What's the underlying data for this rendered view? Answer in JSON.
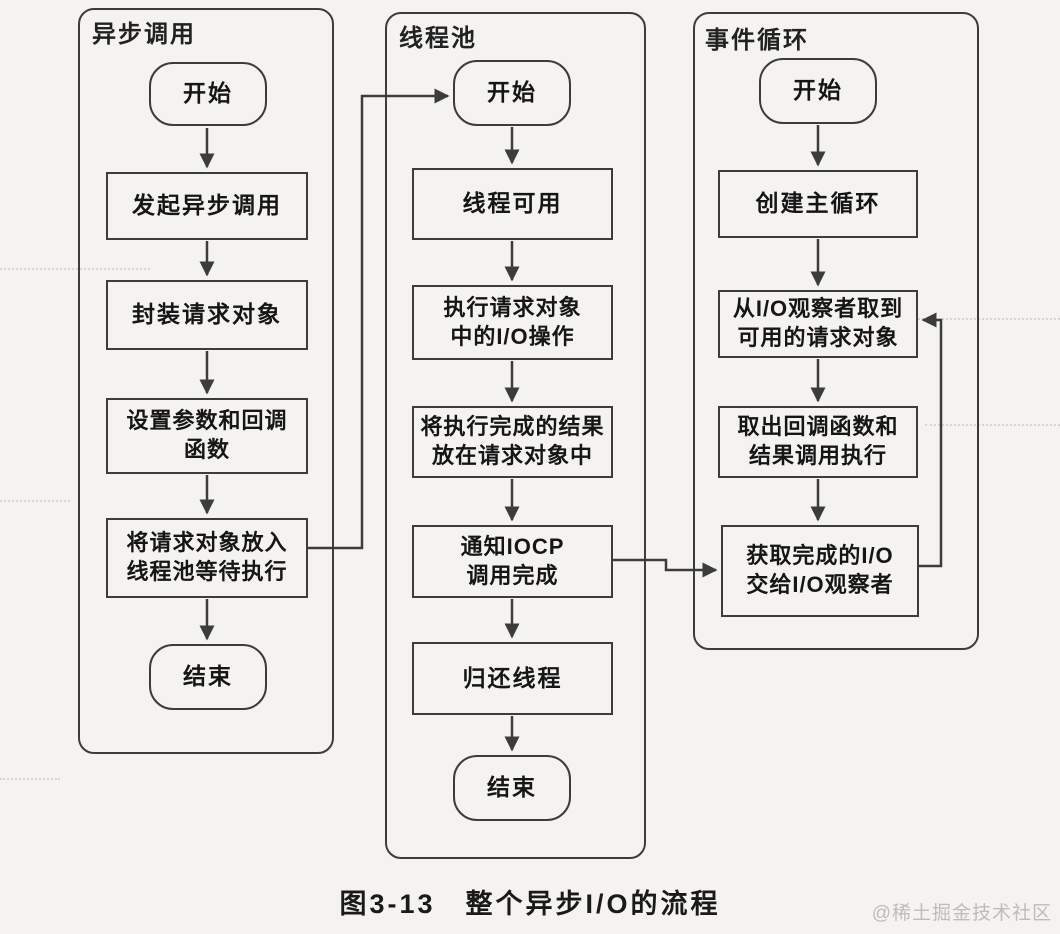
{
  "figure": {
    "caption": "图3-13　整个异步I/O的流程",
    "watermark": "@稀土掘金技术社区"
  },
  "columns": [
    {
      "header": "异步调用",
      "nodes": [
        {
          "type": "start",
          "label": "开始"
        },
        {
          "type": "process",
          "label": "发起异步调用"
        },
        {
          "type": "process",
          "label": "封装请求对象"
        },
        {
          "type": "process",
          "label": "设置参数和回调\n函数"
        },
        {
          "type": "process",
          "label": "将请求对象放入\n线程池等待执行"
        },
        {
          "type": "end",
          "label": "结束"
        }
      ]
    },
    {
      "header": "线程池",
      "nodes": [
        {
          "type": "start",
          "label": "开始"
        },
        {
          "type": "process",
          "label": "线程可用"
        },
        {
          "type": "process",
          "label": "执行请求对象\n中的I/O操作"
        },
        {
          "type": "process",
          "label": "将执行完成的结果\n放在请求对象中"
        },
        {
          "type": "process",
          "label": "通知IOCP\n调用完成"
        },
        {
          "type": "process",
          "label": "归还线程"
        },
        {
          "type": "end",
          "label": "结束"
        }
      ]
    },
    {
      "header": "事件循环",
      "nodes": [
        {
          "type": "start",
          "label": "开始"
        },
        {
          "type": "process",
          "label": "创建主循环"
        },
        {
          "type": "process",
          "label": "从I/O观察者取到\n可用的请求对象"
        },
        {
          "type": "process",
          "label": "取出回调函数和\n结果调用执行"
        },
        {
          "type": "process",
          "label": "获取完成的I/O\n交给I/O观察者"
        }
      ]
    }
  ],
  "colors": {
    "line": "#3c3c3c",
    "background": "#f4f3f0",
    "text": "#1c1c1c",
    "watermark": "#bdbcba"
  }
}
